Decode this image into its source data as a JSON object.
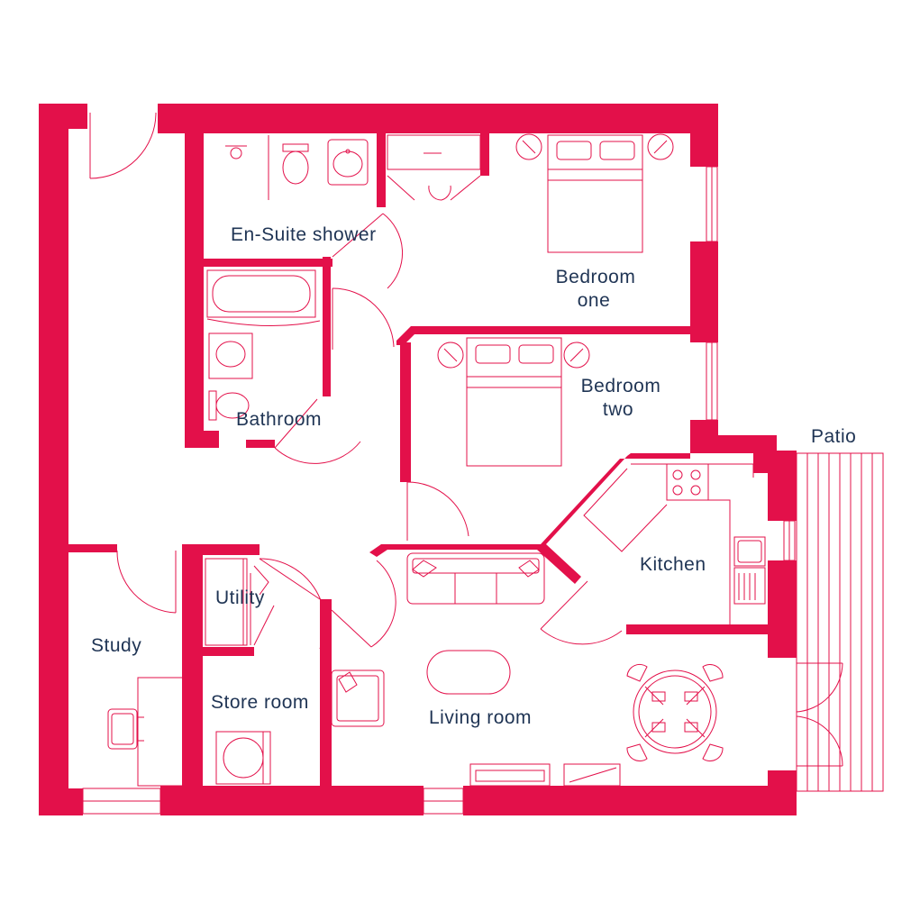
{
  "colors": {
    "wall": "#E3104A",
    "line": "#E3104A",
    "text": "#1F3454"
  },
  "rooms": {
    "ensuite": {
      "label": "En-Suite shower"
    },
    "bedroom_one": {
      "line1": "Bedroom",
      "line2": "one"
    },
    "bedroom_two": {
      "line1": "Bedroom",
      "line2": "two"
    },
    "bathroom": {
      "label": "Bathroom"
    },
    "patio": {
      "label": "Patio"
    },
    "kitchen": {
      "label": "Kitchen"
    },
    "utility": {
      "label": "Utility"
    },
    "study": {
      "label": "Study"
    },
    "store_room": {
      "label": "Store room"
    },
    "living_room": {
      "label": "Living room"
    }
  },
  "fixtures": {
    "door_icon": "door-swing-icon",
    "window_icon": "window-icon",
    "bed_icon": "double-bed-icon",
    "sofa_icon": "sofa-icon",
    "table_icon": "dining-table-icon"
  }
}
